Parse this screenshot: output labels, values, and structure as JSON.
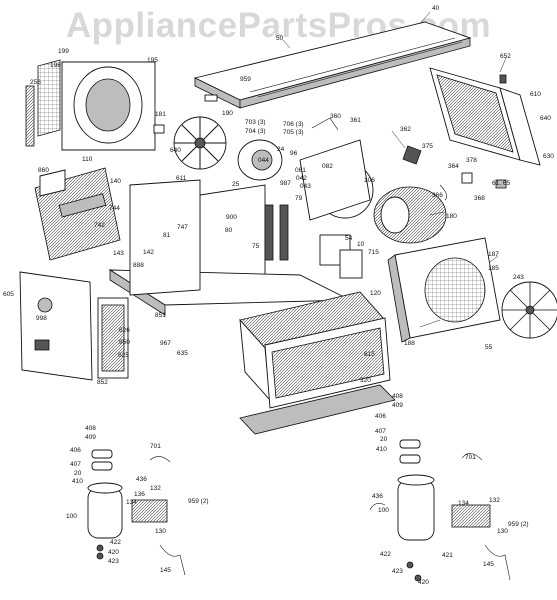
{
  "watermark": "AppliancePartsPros.com",
  "labels": {
    "l40": "40",
    "l50": "50",
    "l652": "652",
    "l610": "610",
    "l640": "640",
    "l630": "630",
    "l61_65": "61, 65",
    "l378": "378",
    "l364": "364",
    "l375": "375",
    "l362": "362",
    "l361": "361",
    "l360": "360",
    "l959": "959",
    "l198": "198",
    "l199": "199",
    "l195": "195",
    "l256": "256",
    "l181": "181",
    "l190": "190",
    "l703": "703 (3)",
    "l704": "704 (3)",
    "l705": "705 (3)",
    "l706": "706 (3)",
    "l640b": "640",
    "l110": "110",
    "l860": "860",
    "l044": "044",
    "l96": "96",
    "l24": "24",
    "l25": "25",
    "l140": "140",
    "l611": "611",
    "l987": "987",
    "l061": "061",
    "l042": "042",
    "l043": "043",
    "l082": "082",
    "l106": "106",
    "l366": "366",
    "l368": "368",
    "l180": "180",
    "l744": "744",
    "l742": "742",
    "l81": "81",
    "l747": "747",
    "l900": "900",
    "l80": "80",
    "l79": "79",
    "l75": "75",
    "l54": "54",
    "l10": "10",
    "l715": "715",
    "l187": "187",
    "l185": "185",
    "l243": "243",
    "l143": "143",
    "l142": "142",
    "l888": "888",
    "l120": "120",
    "l605": "605",
    "l998": "998",
    "l626": "626",
    "l950": "950",
    "l851": "851",
    "l967": "967",
    "l635": "635",
    "l625": "625",
    "l852": "852",
    "l188": "188",
    "l55": "55",
    "l615": "615",
    "l320": "320",
    "l408a": "408",
    "l409a": "409",
    "l406a": "406",
    "l407a": "407",
    "l20a": "20",
    "l410a": "410",
    "l436a": "436",
    "l701a": "701",
    "l136a": "136",
    "l134a": "134",
    "l132a": "132",
    "l959_2a": "959 (2)",
    "l100a": "100",
    "l422a": "422",
    "l420a": "420",
    "l423a": "423",
    "l130a": "130",
    "l145a": "145",
    "l408b": "408",
    "l409b": "409",
    "l406b": "406",
    "l407b": "407",
    "l20b": "20",
    "l410b": "410",
    "l701b": "701",
    "l436b": "436",
    "l134b": "134",
    "l132b": "132",
    "l100b": "100",
    "l959_2b": "959 (2)",
    "l130b": "130",
    "l422b": "422",
    "l421b": "421",
    "l423b": "423",
    "l420b": "420",
    "l145b": "145"
  }
}
